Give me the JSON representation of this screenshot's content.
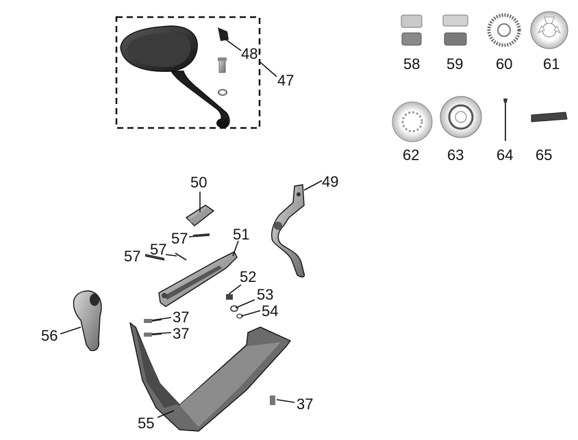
{
  "labels": {
    "n37a": "37",
    "n37b": "37",
    "n37c": "37",
    "n47": "47",
    "n48": "48",
    "n49": "49",
    "n50": "50",
    "n51": "51",
    "n52": "52",
    "n53": "53",
    "n54": "54",
    "n55": "55",
    "n56": "56",
    "n57a": "57",
    "n57b": "57",
    "n57c": "57",
    "n58": "58",
    "n59": "59",
    "n60": "60",
    "n61": "61",
    "n62": "62",
    "n63": "63",
    "n64": "64",
    "n65": "65"
  },
  "colors": {
    "ink": "#111111",
    "dark_part": "#2b2b2b",
    "mid_part": "#6e6e6e",
    "light_part": "#bdbdbd",
    "background": "#ffffff"
  }
}
